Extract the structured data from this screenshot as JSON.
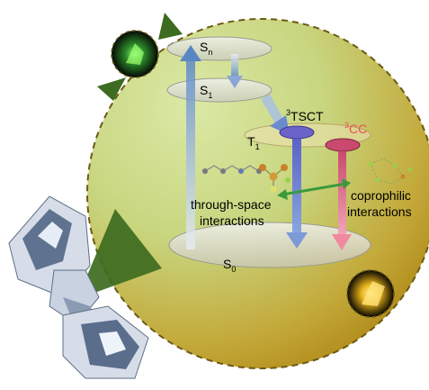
{
  "labels": {
    "sn": "S",
    "sn_sub": "n",
    "s1": "S",
    "s1_sub": "1",
    "t1": "T",
    "t1_sub": "1",
    "s0": "S",
    "s0_sub": "0",
    "tsct_sup": "3",
    "tsct": "TSCT",
    "cc_sup": "3",
    "cc": "CC",
    "through_space_line1": "through-space",
    "through_space_line2": "interactions",
    "cuprophilic_line1": "coprophilic",
    "cuprophilic_line2": "interactions"
  },
  "colors": {
    "circle_fill_light": "#c9dc8e",
    "circle_fill_dark": "#b89a22",
    "circle_border": "#6b5a14",
    "tsct_label": "#1a1a1a",
    "cc_label": "#e8505b",
    "tsct_disk": "#6a63c8",
    "cc_disk": "#c94a6e",
    "triangle": "#3d6b1f",
    "green_arrow": "#3a9a3a"
  },
  "icons": {
    "top_left_photo": "green-emission-crystal-icon",
    "bottom_right_photo": "yellow-emission-crystal-icon",
    "crystal_packing": "crystal-packing-icon",
    "molecule_left": "ligand-molecule-icon",
    "molecule_center": "copper-complex-molecule-icon",
    "molecule_right": "dimer-molecule-icon"
  }
}
